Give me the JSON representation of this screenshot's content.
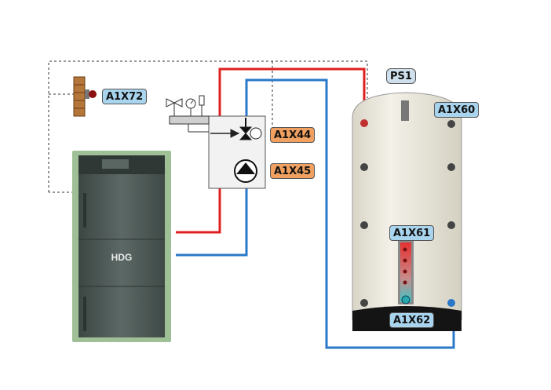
{
  "labels": {
    "storage": "PS1",
    "sensor_room": "A1X72",
    "sensor_top": "A1X60",
    "mixer_valve": "A1X44",
    "pump": "A1X45",
    "sensor_mid": "A1X61",
    "sensor_bottom": "A1X62"
  },
  "boiler_brand": "HDG",
  "colors": {
    "flow_pipe": "#e02020",
    "return_pipe": "#2a78c8",
    "tank_body": "#ebe8dc",
    "boiler_body": "#4e5a56",
    "boiler_trim": "#a8c8a0",
    "label_blue": "#a8d4ee",
    "label_orange": "#f0a060"
  },
  "icons": [
    "brick-wall-sensor-icon",
    "safety-valve-icon",
    "pressure-gauge-icon",
    "air-vent-icon",
    "mixing-valve-icon",
    "pump-icon",
    "temperature-sensor-icon"
  ]
}
